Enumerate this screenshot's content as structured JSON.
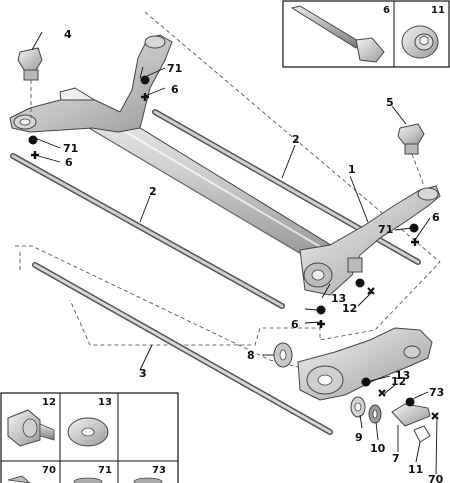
{
  "callouts": {
    "c1": "1",
    "c2a": "2",
    "c2b": "2",
    "c3": "3",
    "c4": "4",
    "c5": "5",
    "c6a": "6",
    "c6b": "6",
    "c6c": "6",
    "c6d": "6",
    "c7": "7",
    "c8": "8",
    "c9": "9",
    "c10": "10",
    "c11": "11",
    "c12a": "12",
    "c12b": "12",
    "c13a": "13",
    "c13b": "13",
    "c70": "70",
    "c71a": "71",
    "c71b": "71",
    "c71c": "71",
    "c73": "73"
  },
  "inset_top": {
    "cell_a": "6",
    "cell_b": "11"
  },
  "inset_bottom": {
    "cell_a": "12",
    "cell_b": "13",
    "cell_c": "70",
    "cell_d": "71",
    "cell_e": "73"
  }
}
